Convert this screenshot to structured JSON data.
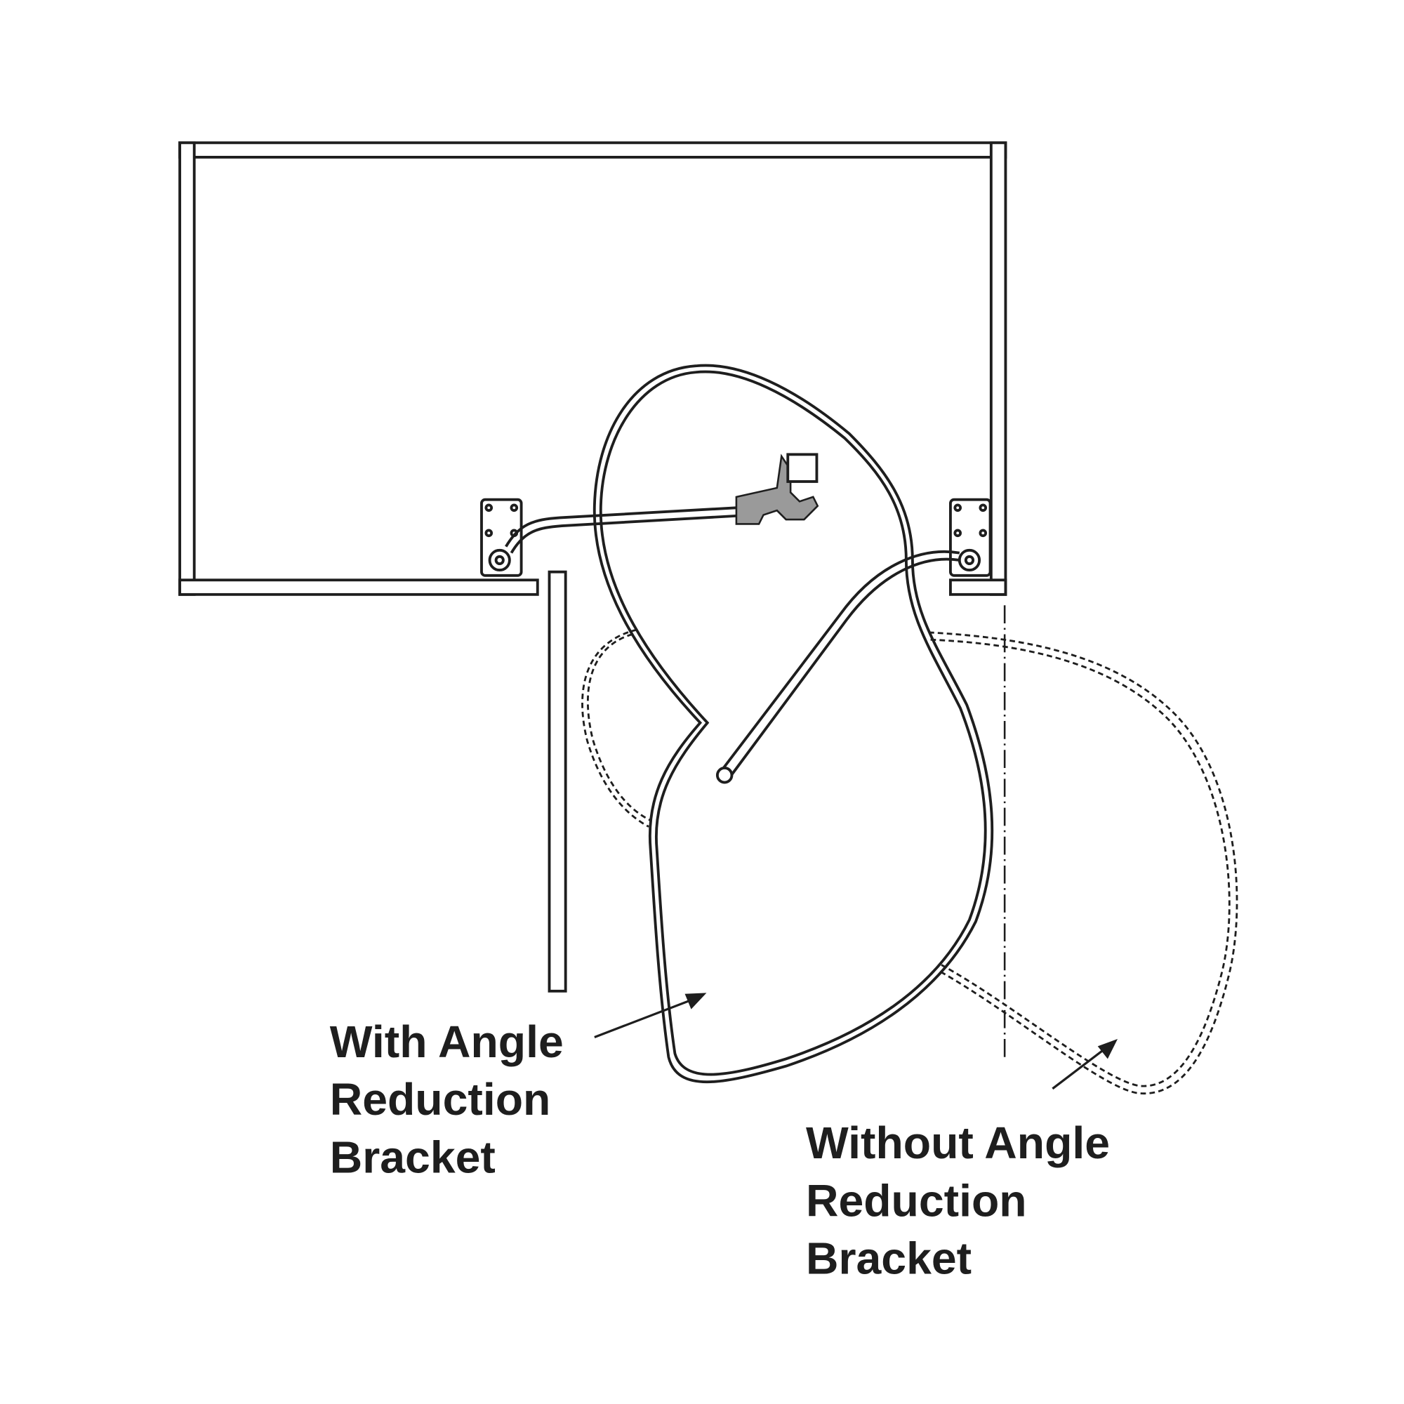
{
  "labels": {
    "with_bracket": [
      "With Angle",
      "Reduction",
      "Bracket"
    ],
    "without_bracket": [
      "Without Angle",
      "Reduction",
      "Bracket"
    ]
  },
  "colors": {
    "line": "#1e1e1e",
    "bracket_fill": "#9a9a9a",
    "background": "#ffffff"
  }
}
